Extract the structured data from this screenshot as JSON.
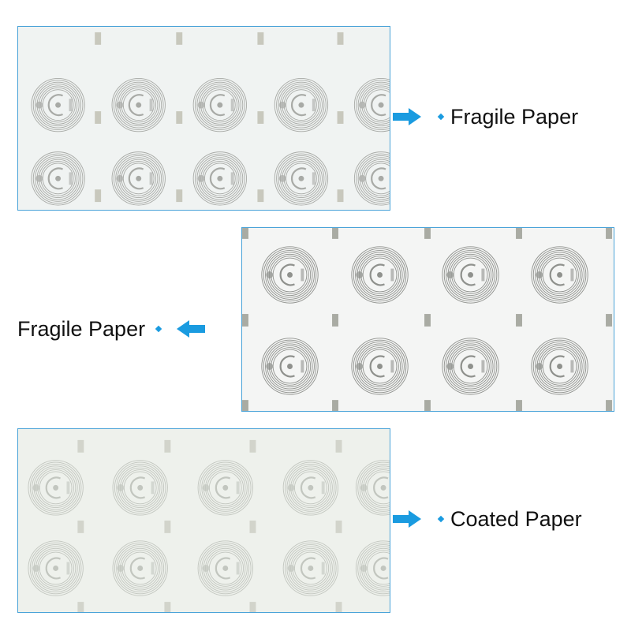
{
  "colors": {
    "accent": "#1a9be0",
    "border": "#4aa3d8",
    "antenna_strong": "#9a9a9a",
    "antenna_faint": "#c8cbc6"
  },
  "rows": [
    {
      "label": "Fragile Paper",
      "arrow_direction": "right",
      "antenna_icon": "rfid-inlay-icon"
    },
    {
      "label": "Fragile Paper",
      "arrow_direction": "left",
      "antenna_icon": "rfid-inlay-icon"
    },
    {
      "label": "Coated Paper",
      "arrow_direction": "right",
      "antenna_icon": "rfid-inlay-icon"
    }
  ]
}
